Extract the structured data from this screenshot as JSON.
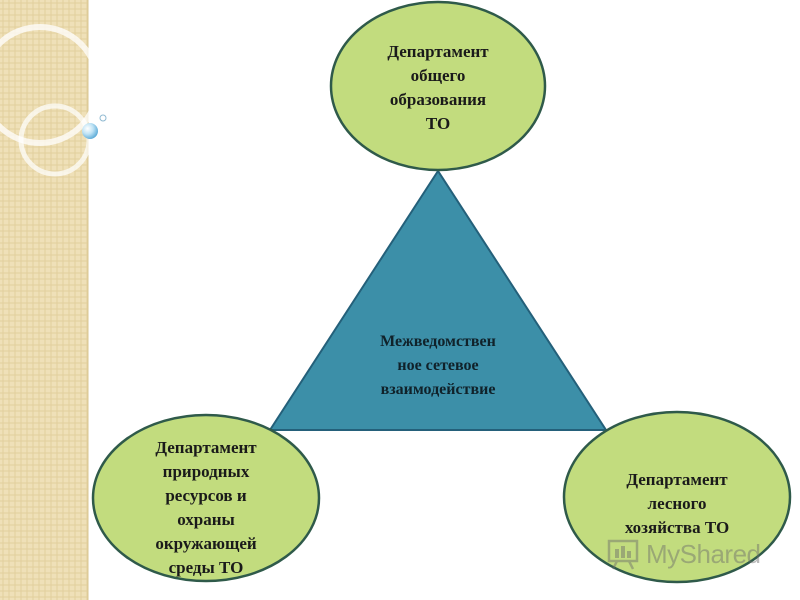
{
  "diagram": {
    "center": {
      "label": "Межведомствен\nное сетевое\nвзаимодействие"
    },
    "nodes": [
      {
        "id": "top",
        "label": "Департамент\nобщего\nобразования\nТО"
      },
      {
        "id": "left",
        "label": "Департамент\nприродных\nресурсов и\nохраны\nокружающей\nсреды ТО"
      },
      {
        "id": "right",
        "label": "Департамент\nлесного\nхозяйства ТО"
      }
    ]
  },
  "colors": {
    "node_fill": "#c2dc7e",
    "node_stroke": "#2f5a4a",
    "triangle_fill": "#3c8fa8",
    "triangle_stroke": "#24607a",
    "sidebar_fill": "#efe0b8"
  },
  "watermark": {
    "text": "MyShared"
  }
}
